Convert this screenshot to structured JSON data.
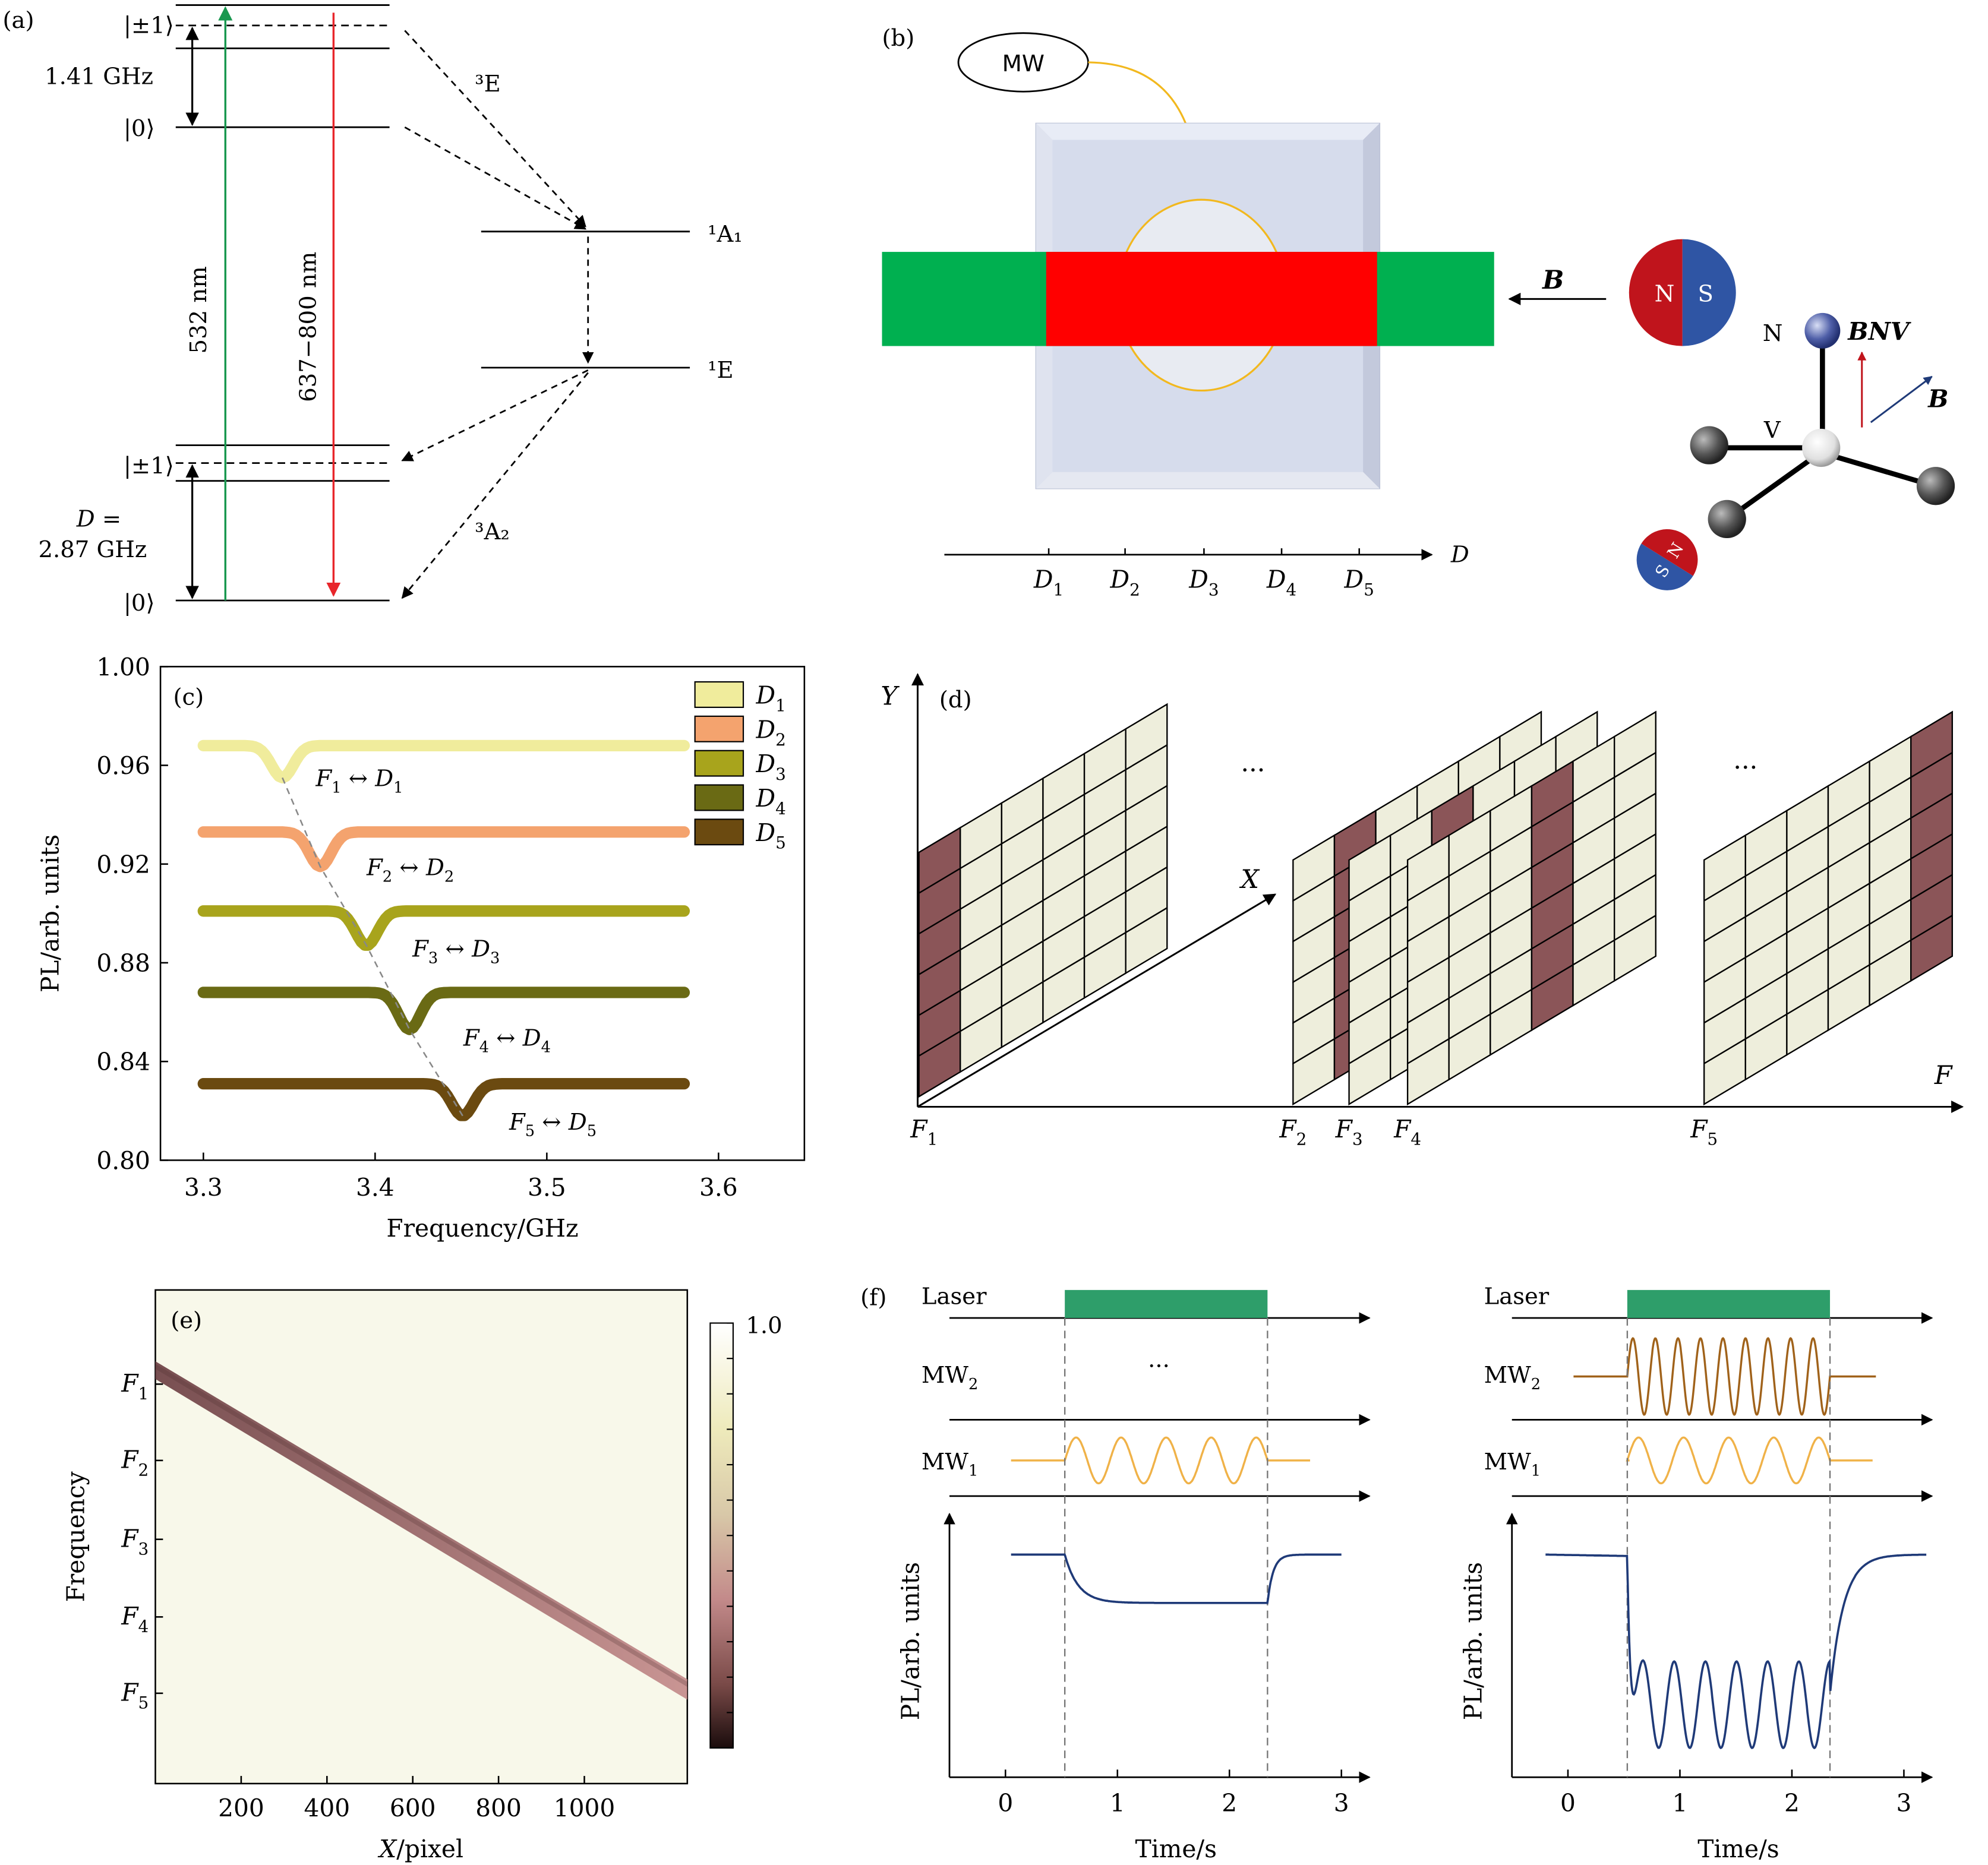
{
  "panels": {
    "a": {
      "label": "(a)",
      "upper_pm1": "|±1⟩",
      "upper_zero": "|0⟩",
      "upper_split": "1.41 GHz",
      "state_3E": "³E",
      "state_1A1": "¹A₁",
      "state_1E": "¹E",
      "lower_pm1": "|±1⟩",
      "lower_zero": "|0⟩",
      "state_3A2": "³A₂",
      "D_line1": "D =",
      "D_line2": "2.87 GHz",
      "laser_wavelength": "532 nm",
      "emission_wavelength": "637−800 nm",
      "colors": {
        "laser": "#1a9850",
        "emission": "#e8262b"
      }
    },
    "b": {
      "label": "(b)",
      "mw_label": "MW",
      "field_label": "B",
      "magnet_n": "N",
      "magnet_s": "S",
      "axis_label": "D",
      "axis_ticks": [
        "D1",
        "D2",
        "D3",
        "D4",
        "D5"
      ],
      "nv_n": "N",
      "nv_v": "V",
      "b_nv": "BNV",
      "b_small": "B",
      "small_magnet_s": "S",
      "small_magnet_n": "N",
      "colors": {
        "green": "#00b050",
        "red": "#ff0000",
        "wire": "#f2b81e",
        "magnet_red": "#c0141c",
        "magnet_blue": "#2f55a4"
      }
    },
    "c": {
      "label": "(c)",
      "xlabel": "Frequency/GHz",
      "ylabel": "PL/arb. units",
      "legend": [
        "D1",
        "D2",
        "D3",
        "D4",
        "D5"
      ],
      "annotations": [
        "F1↔D1",
        "F2↔D2",
        "F3↔D3",
        "F4↔D4",
        "F5↔D5"
      ]
    },
    "d": {
      "label": "(d)",
      "axis_y": "Y",
      "axis_x": "X",
      "axis_f": "F",
      "ellipsis1": "···",
      "ellipsis2": "···",
      "ticks": [
        "F1",
        "F2",
        "F3",
        "F4",
        "F5"
      ]
    },
    "e": {
      "label": "(e)",
      "xlabel": "X/pixel",
      "ylabel": "Frequency",
      "yticks": [
        "F1",
        "F2",
        "F3",
        "F4",
        "F5"
      ],
      "xticks": [
        "200",
        "400",
        "600",
        "800",
        "1000"
      ],
      "colorbar_max": "1.0"
    },
    "f": {
      "label": "(f)",
      "left": {
        "laser": "Laser",
        "mw2": "MW2",
        "mw1": "MW1",
        "ellipsis": "···",
        "ylabel": "PL/arb. units",
        "xlabel": "Time/s",
        "xticks": [
          "0",
          "1",
          "2",
          "3"
        ]
      },
      "right": {
        "laser": "Laser",
        "mw2": "MW2",
        "mw1": "MW1",
        "ylabel": "PL/arb. units",
        "xlabel": "Time/s",
        "xticks": [
          "0",
          "1",
          "2",
          "3"
        ]
      }
    }
  },
  "chart_data": [
    {
      "panel": "c",
      "type": "line",
      "title": "",
      "xlabel": "Frequency/GHz",
      "ylabel": "PL/arb. units",
      "xlim": [
        3.275,
        3.65
      ],
      "ylim": [
        0.8,
        1.0
      ],
      "xticks": [
        3.3,
        3.4,
        3.5,
        3.6
      ],
      "yticks": [
        0.8,
        0.84,
        0.88,
        0.92,
        0.96,
        1.0
      ],
      "legend_position": "top-right",
      "series": [
        {
          "name": "D1",
          "color": "#f0ec9c",
          "baseline": 0.968,
          "dip_center": 3.346,
          "dip_min": 0.955,
          "x_range": [
            3.3,
            3.58
          ]
        },
        {
          "name": "D2",
          "color": "#f4a36e",
          "baseline": 0.933,
          "dip_center": 3.368,
          "dip_min": 0.919,
          "x_range": [
            3.3,
            3.58
          ]
        },
        {
          "name": "D3",
          "color": "#a8a41c",
          "baseline": 0.901,
          "dip_center": 3.395,
          "dip_min": 0.887,
          "x_range": [
            3.3,
            3.58
          ]
        },
        {
          "name": "D4",
          "color": "#6a6a14",
          "baseline": 0.868,
          "dip_center": 3.42,
          "dip_min": 0.853,
          "x_range": [
            3.3,
            3.58
          ]
        },
        {
          "name": "D5",
          "color": "#6b4a10",
          "baseline": 0.831,
          "dip_center": 3.451,
          "dip_min": 0.818,
          "x_range": [
            3.3,
            3.58
          ]
        }
      ]
    },
    {
      "panel": "e",
      "type": "heatmap",
      "title": "",
      "xlabel": "X/pixel",
      "ylabel": "Frequency",
      "xlim": [
        0,
        1240
      ],
      "xticks": [
        200,
        400,
        600,
        800,
        1000
      ],
      "yticks": [
        "F1",
        "F2",
        "F3",
        "F4",
        "F5"
      ],
      "colorbar_max": 1.0
    }
  ]
}
